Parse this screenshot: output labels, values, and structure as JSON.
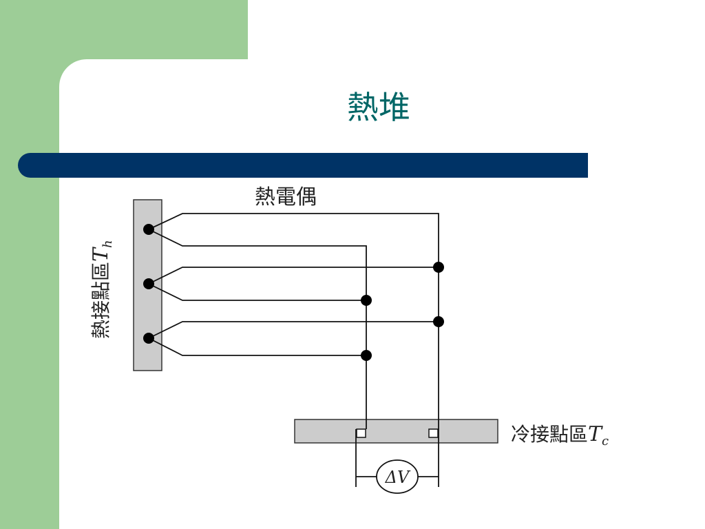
{
  "slide": {
    "title": "熱堆"
  },
  "diagram": {
    "thermocouple_label": "熱電偶",
    "hot_junction_label": "熱接點區",
    "hot_symbol": "T",
    "hot_subscript": "h",
    "cold_junction_label": "冷接點區",
    "cold_symbol": "T",
    "cold_subscript": "c",
    "meter_label": "ΔV"
  },
  "colors": {
    "title": "#006666",
    "bar": "#003366",
    "sidebar": "#9dcd97",
    "block_fill": "#cccccc"
  }
}
